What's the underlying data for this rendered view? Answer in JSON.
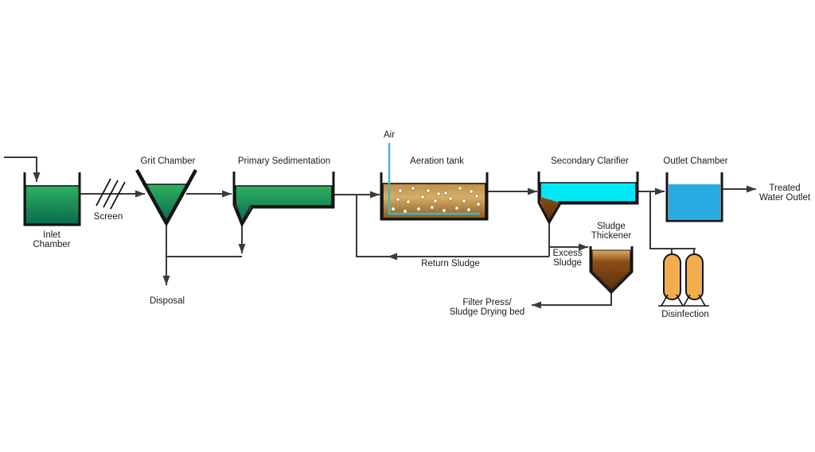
{
  "diagram_type": "wastewater-treatment-process-flow",
  "labels": {
    "inlet_chamber": [
      "Inlet",
      "Chamber"
    ],
    "screen": "Screen",
    "grit_chamber": "Grit Chamber",
    "primary_sedimentation": "Primary Sedimentation",
    "air": "Air",
    "aeration_tank": "Aeration tank",
    "secondary_clarifier": "Secondary Clarifier",
    "outlet_chamber": "Outlet Chamber",
    "treated_water_outlet": [
      "Treated",
      "Water Outlet"
    ],
    "sludge_thickener": [
      "Sludge",
      "Thickener"
    ],
    "excess_sludge": [
      "Excess",
      "Sludge"
    ],
    "return_sludge": "Return Sludge",
    "disposal": "Disposal",
    "filter_press": [
      "Filter Press/",
      "Sludge Drying bed"
    ],
    "disinfection": "Disinfection"
  },
  "colors": {
    "line": "#3a3a3a",
    "tank_outline": "#141414",
    "water_green_top": "#2db261",
    "water_green_bottom": "#0a6a4d",
    "aeration_top": "#bd9048",
    "aeration_mid": "#d6ad68",
    "aeration_bottom": "#8a5a1e",
    "clarifier_cyan": "#00e8f6",
    "clarifier_mid": "#62b18e",
    "clarifier_bottom": "#a57c38",
    "hopper_brown": "#8a4c17",
    "hopper_brown_dark": "#5d2f08",
    "outlet_blue": "#29abe2",
    "thickener_top": "#dfae62",
    "thickener_bottom": "#5d3009",
    "cylinder_orange": "#f2ac4e",
    "air_pipe": "#3bb8d6",
    "bubble_fill": "#ffffff",
    "bubble_ring": "#a87f3c"
  }
}
